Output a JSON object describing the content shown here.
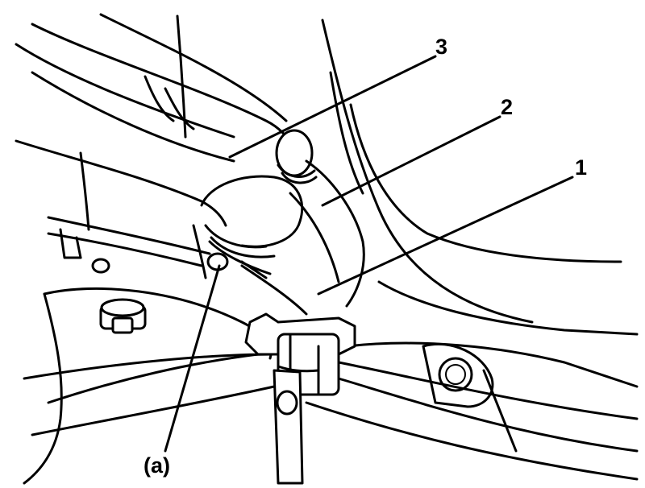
{
  "diagram": {
    "callouts": [
      {
        "id": "label-3",
        "text": "3"
      },
      {
        "id": "label-2",
        "text": "2"
      },
      {
        "id": "label-1",
        "text": "1"
      },
      {
        "id": "label-a",
        "text": "(a)"
      }
    ]
  },
  "colors": {
    "ink": "#000000",
    "paper": "#ffffff"
  }
}
